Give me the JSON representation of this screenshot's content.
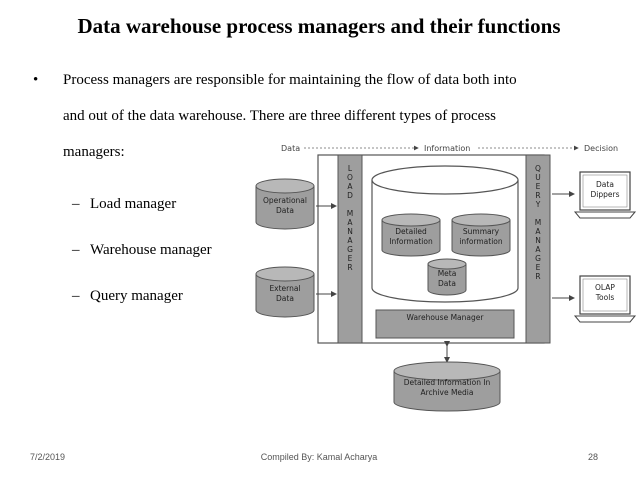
{
  "slide": {
    "title": "Data warehouse process managers and their functions",
    "bullet_symbol": "•",
    "bullet_lines": [
      "Process managers are responsible for maintaining the flow of data both into",
      "and out of the data warehouse. There are three different types of process",
      "managers:"
    ],
    "sub_bullets": [
      {
        "dash": "–",
        "label": "Load manager"
      },
      {
        "dash": "–",
        "label": "Warehouse manager"
      },
      {
        "dash": "–",
        "label": "Query manager"
      }
    ]
  },
  "diagram": {
    "flow": {
      "data": "Data",
      "information": "Information",
      "decision": "Decision"
    },
    "load_manager": [
      "L",
      "O",
      "A",
      "D",
      "M",
      "A",
      "N",
      "A",
      "G",
      "E",
      "R"
    ],
    "query_manager": [
      "Q",
      "U",
      "E",
      "R",
      "Y",
      "M",
      "A",
      "N",
      "A",
      "G",
      "E",
      "R"
    ],
    "operational_data": [
      "Operational",
      "Data"
    ],
    "external_data": [
      "External",
      "Data"
    ],
    "detailed_information": [
      "Detailed",
      "Information"
    ],
    "summary_information": [
      "Summary",
      "information"
    ],
    "meta_data": [
      "Meta",
      "Data"
    ],
    "warehouse_manager": "Warehouse Manager",
    "archive_media": [
      "Detailed Information In",
      "Archive Media"
    ],
    "data_dippers": [
      "Data",
      "Dippers"
    ],
    "olap_tools": [
      "OLAP",
      "Tools"
    ]
  },
  "footer": {
    "date": "7/2/2019",
    "credit": "Compiled By: Kamal Acharya",
    "page": "28"
  }
}
